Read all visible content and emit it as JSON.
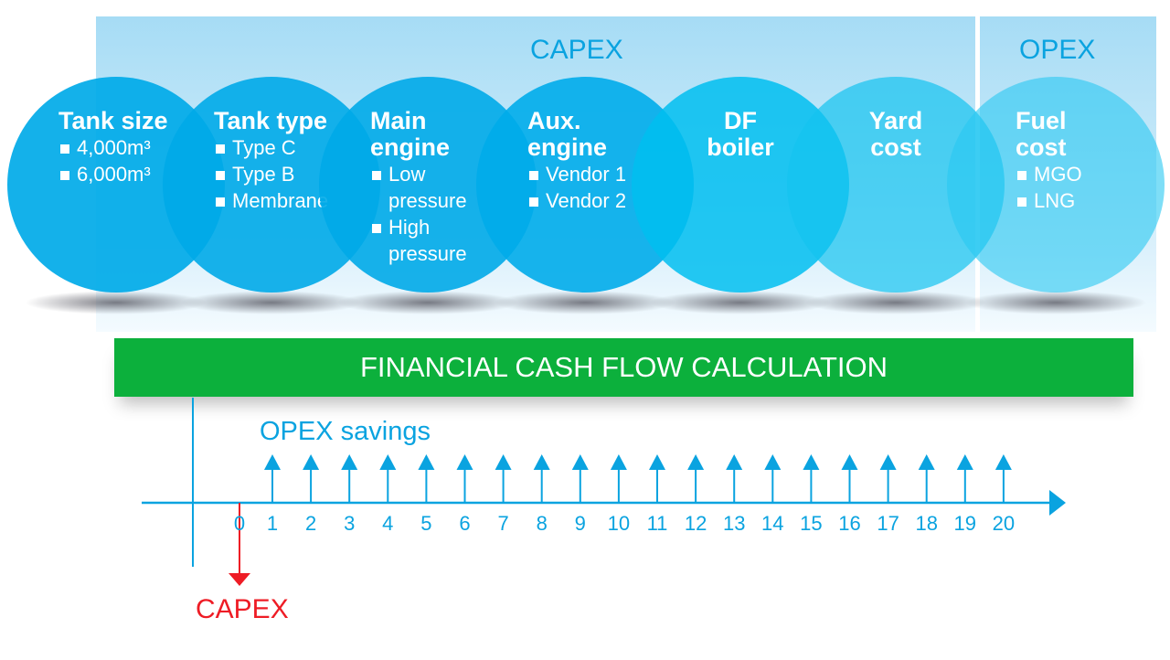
{
  "headers": {
    "capex": "CAPEX",
    "opex": "OPEX"
  },
  "circles": [
    {
      "title": [
        "Tank size"
      ],
      "items": [
        "4,000m³",
        "6,000m³"
      ]
    },
    {
      "title": [
        "Tank type"
      ],
      "items": [
        "Type C",
        "Type B",
        "Membrane"
      ]
    },
    {
      "title": [
        "Main",
        "engine"
      ],
      "items": [
        "Low",
        "pressure",
        "High",
        "pressure"
      ]
    },
    {
      "title": [
        "Aux.",
        "engine"
      ],
      "items": [
        "Vendor 1",
        "Vendor 2"
      ]
    },
    {
      "title": [
        "DF",
        "boiler"
      ],
      "items": []
    },
    {
      "title": [
        "Yard",
        "cost"
      ],
      "items": []
    },
    {
      "title": [
        "Fuel",
        "cost"
      ],
      "items": [
        "MGO",
        "LNG"
      ]
    }
  ],
  "banner": "FINANCIAL CASH FLOW CALCULATION",
  "timeline": {
    "opex_label": "OPEX savings",
    "capex_label": "CAPEX",
    "years": [
      "0",
      "1",
      "2",
      "3",
      "4",
      "5",
      "6",
      "7",
      "8",
      "9",
      "10",
      "11",
      "12",
      "13",
      "14",
      "15",
      "16",
      "17",
      "18",
      "19",
      "20"
    ]
  },
  "colors": {
    "blue": "#00a8e8",
    "green": "#0cb03c",
    "red": "#ee1c25"
  }
}
